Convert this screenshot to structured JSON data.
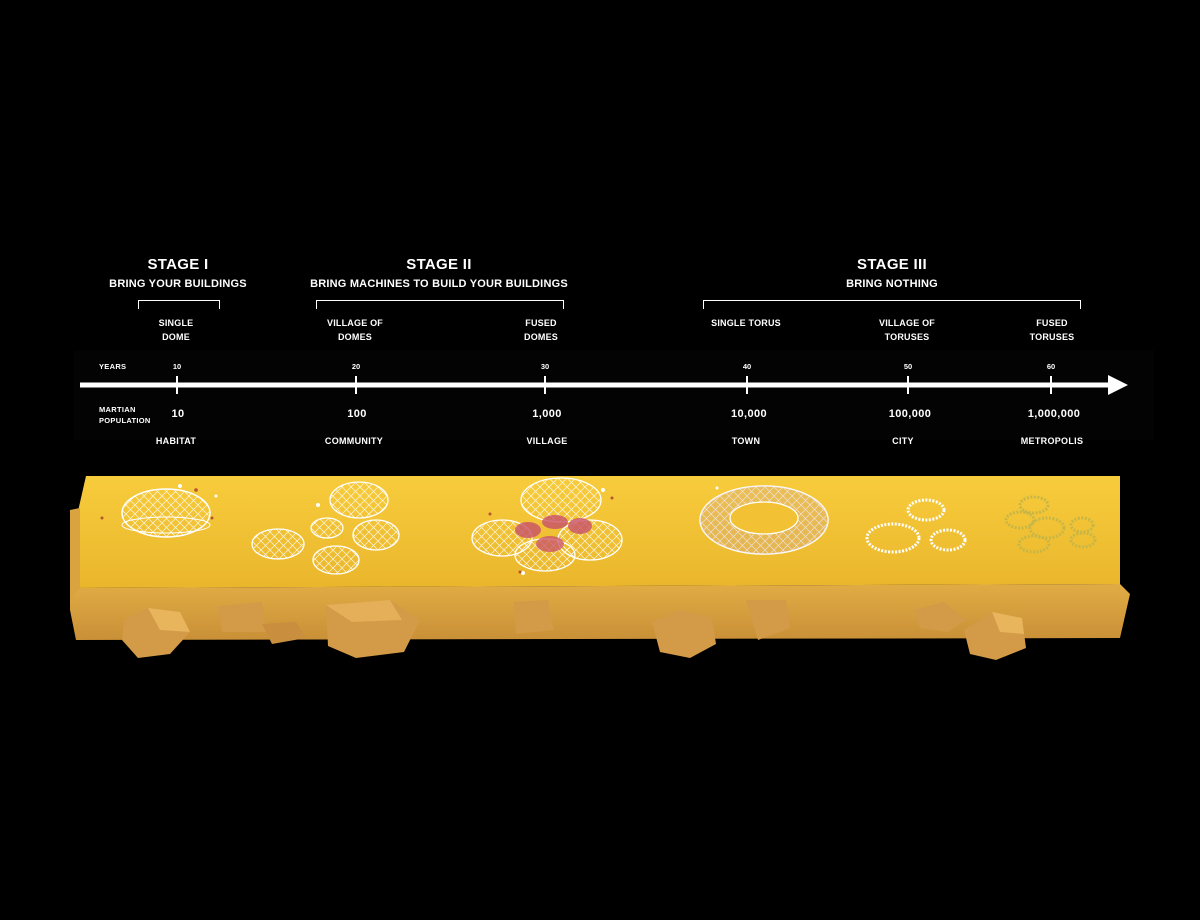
{
  "stages": [
    {
      "title": "STAGE I",
      "subtitle": "BRING YOUR BUILDINGS"
    },
    {
      "title": "STAGE II",
      "subtitle": "BRING MACHINES TO BUILD YOUR BUILDINGS"
    },
    {
      "title": "STAGE III",
      "subtitle": "BRING NOTHING"
    }
  ],
  "milestones": [
    {
      "label_line1": "SINGLE",
      "label_line2": "DOME",
      "year": "10",
      "population": "10",
      "name": "HABITAT"
    },
    {
      "label_line1": "VILLAGE OF",
      "label_line2": "DOMES",
      "year": "20",
      "population": "100",
      "name": "COMMUNITY"
    },
    {
      "label_line1": "FUSED",
      "label_line2": "DOMES",
      "year": "30",
      "population": "1,000",
      "name": "VILLAGE"
    },
    {
      "label_line1": "SINGLE TORUS",
      "label_line2": "",
      "year": "40",
      "population": "10,000",
      "name": "TOWN"
    },
    {
      "label_line1": "VILLAGE OF",
      "label_line2": "TORUSES",
      "year": "50",
      "population": "100,000",
      "name": "CITY"
    },
    {
      "label_line1": "FUSED",
      "label_line2": "TORUSES",
      "year": "60",
      "population": "1,000,000",
      "name": "METROPOLIS"
    }
  ],
  "axis": {
    "years_label": "YEARS",
    "population_line1": "MARTIAN",
    "population_line2": "POPULATION"
  },
  "colors": {
    "background": "#000000",
    "terrain_top": "#f2c234",
    "terrain_side": "#d9a33f",
    "rock": "#d39a47",
    "text": "#ffffff"
  },
  "icons": {
    "timeline_arrow": "right-arrow-icon"
  }
}
